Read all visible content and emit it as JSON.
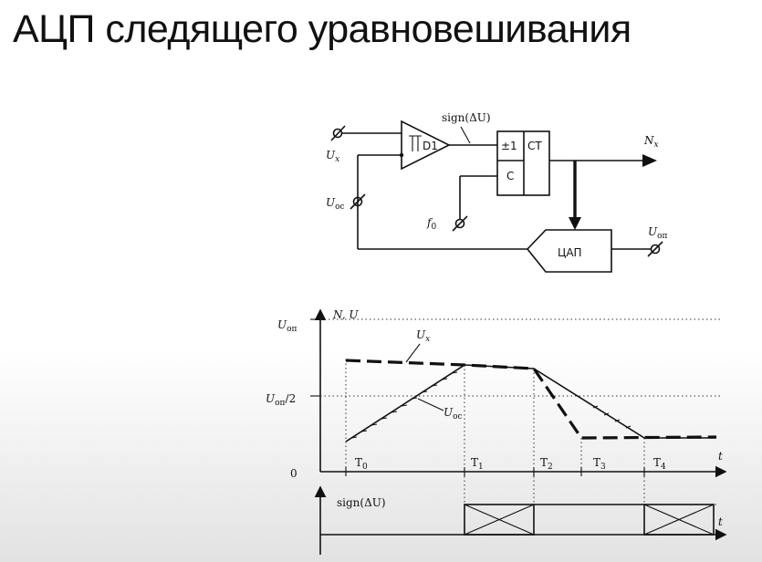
{
  "title": "АЦП следящего уравновешивания",
  "circuit": {
    "input_label": "U",
    "input_sub": "x",
    "feedback_label": "U",
    "feedback_sub": "ос",
    "comparator_label": "D1",
    "sign_label": "sign(ΔU)",
    "counter_pm": "±1",
    "counter_ct": "CT",
    "counter_c": "C",
    "clock_label": "f",
    "clock_sub": "0",
    "output_label": "N",
    "output_sub": "x",
    "dac_label": "ЦАП",
    "ref_label": "U",
    "ref_sub": "оп"
  },
  "timing": {
    "y_axis_label": "N, U",
    "t_label": "t",
    "t2_label": "t",
    "uop_label": "U",
    "uop_sub": "оп",
    "uop_half_label": "U",
    "uop_half_sub": "оп",
    "uop_half_suffix": "/2",
    "zero_label": "0",
    "ux_label": "U",
    "ux_sub": "x",
    "uoc_label": "U",
    "uoc_sub": "ос",
    "intervals": [
      {
        "label": "T",
        "sub": "0"
      },
      {
        "label": "T",
        "sub": "1"
      },
      {
        "label": "T",
        "sub": "2"
      },
      {
        "label": "T",
        "sub": "3"
      },
      {
        "label": "T",
        "sub": "4"
      }
    ],
    "sign_axis_label": "sign(ΔU)"
  }
}
